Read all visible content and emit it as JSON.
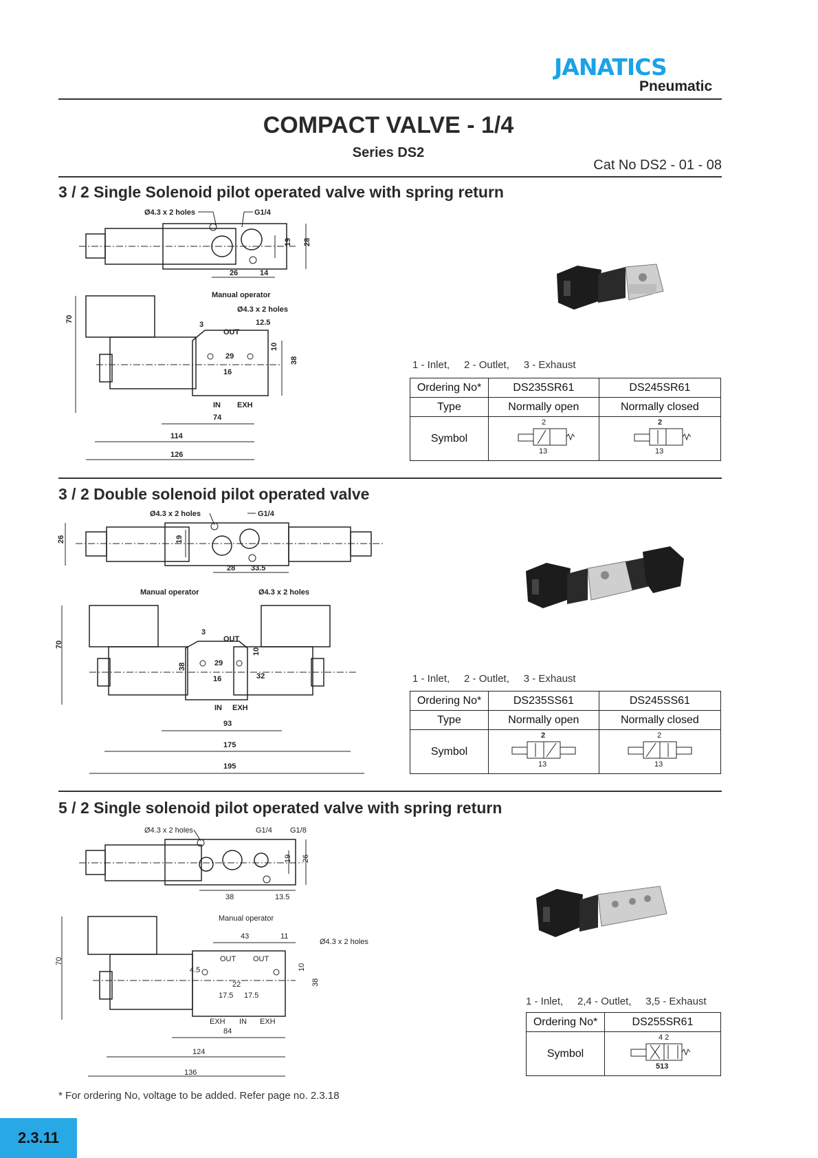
{
  "brand": {
    "name": "JANATICS",
    "tagline": "Pneumatic",
    "brand_color": "#1aa3e6"
  },
  "header": {
    "title": "COMPACT VALVE - 1/4",
    "series": "Series DS2",
    "catalog_no": "Cat No DS2 - 01 - 08"
  },
  "sections": [
    {
      "title": "3 / 2 Single Solenoid pilot operated valve with spring return",
      "legend": "1 - Inlet,     2 - Outlet,     3 - Exhaust",
      "drawing_top": {
        "hole_label": "Ø4.3 x 2 holes",
        "port_label": "G1/4",
        "dims": [
          "19",
          "28",
          "26",
          "14"
        ]
      },
      "drawing_side": {
        "manual_label": "Manual operator",
        "hole_label": "Ø4.3 x 2 holes",
        "port_num": "3",
        "out_label": "OUT",
        "in_label": "IN",
        "exh_label": "EXH",
        "dims": [
          "12.5",
          "10",
          "29",
          "16",
          "38",
          "70",
          "74",
          "114",
          "126"
        ]
      },
      "table": {
        "header_label": "Ordering No*",
        "type_label": "Type",
        "symbol_label": "Symbol",
        "models": [
          "DS235SR61",
          "DS245SR61"
        ],
        "types": [
          "Normally open",
          "Normally closed"
        ],
        "symbols": [
          {
            "top": "2",
            "bottom": "13"
          },
          {
            "top": "2",
            "bottom": "13"
          }
        ]
      }
    },
    {
      "title": "3 / 2 Double solenoid pilot operated valve",
      "legend": "1 - Inlet,     2 - Outlet,     3 - Exhaust",
      "drawing_top": {
        "hole_label": "Ø4.3 x 2 holes",
        "port_label": "G1/4",
        "dims": [
          "26",
          "19",
          "28",
          "33.5"
        ]
      },
      "drawing_side": {
        "manual_label": "Manual operator",
        "hole_label": "Ø4.3 x 2 holes",
        "port_num": "3",
        "out_label": "OUT",
        "in_label": "IN",
        "exh_label": "EXH",
        "dims": [
          "70",
          "29",
          "10",
          "38",
          "16",
          "32",
          "93",
          "175",
          "195"
        ]
      },
      "table": {
        "header_label": "Ordering No*",
        "type_label": "Type",
        "symbol_label": "Symbol",
        "models": [
          "DS235SS61",
          "DS245SS61"
        ],
        "types": [
          "Normally open",
          "Normally closed"
        ],
        "symbols": [
          {
            "top": "2",
            "bottom": "13"
          },
          {
            "top": "2",
            "bottom": "13"
          }
        ]
      }
    },
    {
      "title": "5 / 2 Single solenoid pilot operated valve with spring return",
      "legend": "1 - Inlet,     2,4 - Outlet,     3,5 - Exhaust",
      "drawing_top": {
        "hole_label": "Ø4.3 x 2 holes",
        "port_label": "G1/4",
        "port2_label": "G1/8",
        "dims": [
          "19",
          "26",
          "38",
          "13.5"
        ]
      },
      "drawing_side": {
        "manual_label": "Manual operator",
        "hole_label": "Ø4.3 x 2 holes",
        "out_label": "OUT",
        "in_label": "IN",
        "exh_label": "EXH",
        "dims": [
          "43",
          "11",
          "70",
          "4.5",
          "10",
          "22",
          "38",
          "17.5",
          "17.5",
          "84",
          "124",
          "136"
        ]
      },
      "table": {
        "header_label": "Ordering No*",
        "symbol_label": "Symbol",
        "models": [
          "DS255SR61"
        ],
        "symbols": [
          {
            "top": "4 2",
            "bottom": "513"
          }
        ]
      }
    }
  ],
  "footnote": "* For ordering No, voltage to be added. Refer page no. 2.3.18",
  "page_number": "2.3.11"
}
